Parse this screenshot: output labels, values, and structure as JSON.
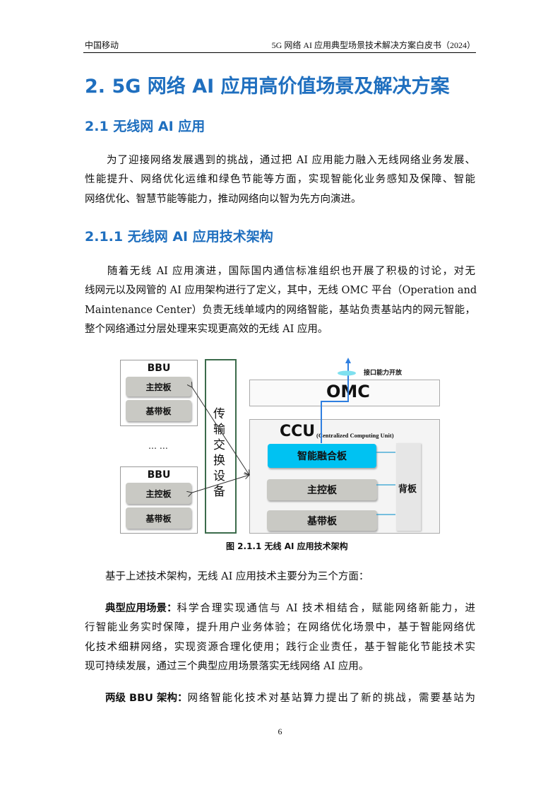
{
  "header": {
    "left": "中国移动",
    "right": "5G 网络 AI 应用典型场景技术解决方案白皮书（2024）"
  },
  "h1": "2.  5G 网络 AI 应用高价值场景及解决方案",
  "h2": "2.1 无线网 AI 应用",
  "p1": [
    "　　为了迎接网络发展遇到的挑战，通过把 AI 应用能力融入无线网络业务发展、",
    "性能提升、网络优化运维和绿色节能等方面，实现智能化业务感知及保障、智能",
    "网络优化、智慧节能等能力，推动网络向以智为先方向演进。"
  ],
  "h3": "2.1.1 无线网 AI 应用技术架构",
  "p2": [
    "　　随着无线 AI 应用演进，国际国内通信标准组织也开展了积极的讨论，对无",
    "线网元以及网管的 AI 应用架构进行了定义，其中，无线 OMC 平台（Operation and",
    "Maintenance Center）负责无线单域内的网络智能，基站负责基站内的网元智能，",
    "整个网络通过分层处理来实现更高效的无线 AI 应用。"
  ],
  "diagram": {
    "bbu": "BBU",
    "main_board": "主控板",
    "baseband": "基带板",
    "dots": "… …",
    "transport": "传输交换设备",
    "omc": "OMC",
    "ccu": "CCU",
    "ccu_full": "(Centralized Computing Unit)",
    "smart_board": "智能融合板",
    "backplane": "背板",
    "interface": "接口能力开放",
    "caption": "图 2.1.1  无线 AI 应用技术架构"
  },
  "p3": [
    "　　基于上述技术架构，无线 AI 应用技术主要分为三个方面："
  ],
  "p4": {
    "bold": "典型应用场景：",
    "lines": [
      "科学合理实现通信与 AI 技术相结合，赋能网络新能力，进",
      "行智能业务实时保障，提升用户业务体验；在网络优化场景中，基于智能网络优",
      "化技术细耕网络，实现资源合理化使用；践行企业责任，基于智能化节能技术实",
      "现可持续发展，通过三个典型应用场景落实无线网络 AI 应用。"
    ]
  },
  "p5": {
    "bold": "两级 BBU 架构：",
    "line": "网络智能化技术对基站算力提出了新的挑战，需要基站为"
  },
  "page_number": "6"
}
